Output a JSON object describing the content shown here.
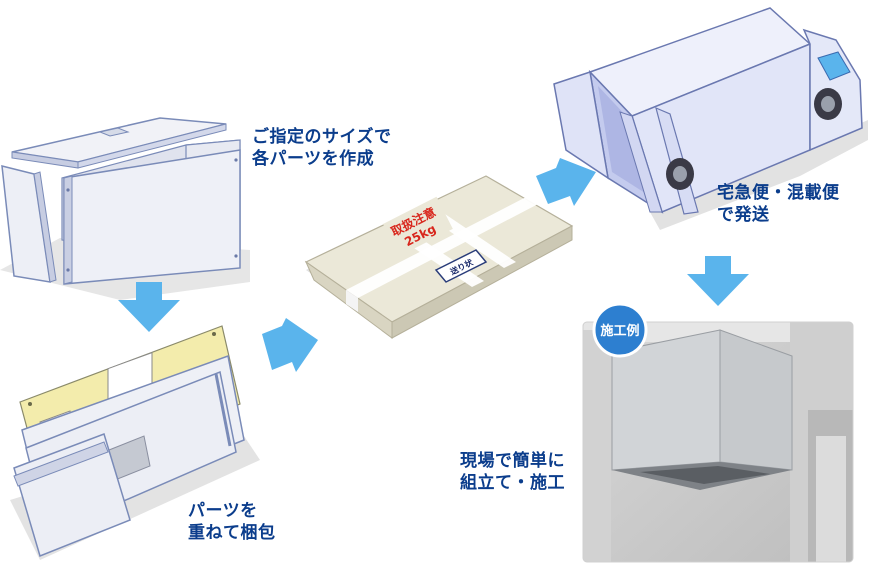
{
  "steps": {
    "make": {
      "line1": "ご指定のサイズで",
      "line2": "各パーツを作成"
    },
    "pack": {
      "line1": "パーツを",
      "line2": "重ねて梱包"
    },
    "ship": {
      "line1": "宅急便・混載便",
      "line2": "で発送"
    },
    "build": {
      "line1": "現場で簡単に",
      "line2": "組立て・施工"
    }
  },
  "parcel": {
    "handling_label": "取扱注意",
    "weight": "25kg",
    "slip": "送り状"
  },
  "example_badge": "施工例",
  "colors": {
    "caption": "#0b3d8c",
    "arrow": "#5ab4ec",
    "panel": "#eceef5",
    "panel_edge": "#7a8bb8",
    "insulation": "#f3ecac",
    "box": "#ebe8d8",
    "truck": "#e1e5f8",
    "badge": "#2d7fd0",
    "steel": "#bfc2c6"
  },
  "icons": [
    "down-arrow-icon",
    "right-arrow-icon"
  ]
}
